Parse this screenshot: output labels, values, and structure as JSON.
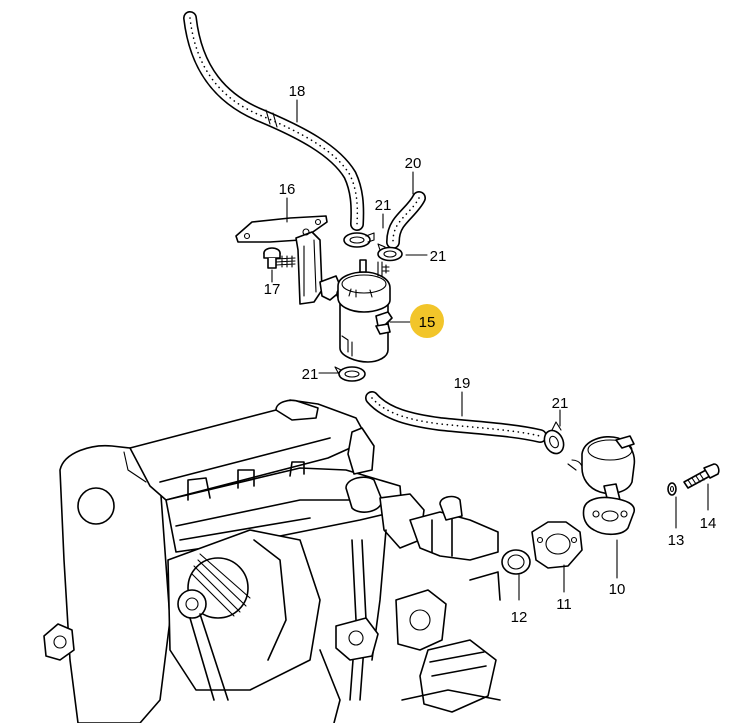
{
  "highlight_color": "#F2C52A",
  "callouts": {
    "p10": "10",
    "p11": "11",
    "p12": "12",
    "p13": "13",
    "p14": "14",
    "p15": "15",
    "p16": "16",
    "p17": "17",
    "p18": "18",
    "p19": "19",
    "p20": "20",
    "p21": "21"
  }
}
